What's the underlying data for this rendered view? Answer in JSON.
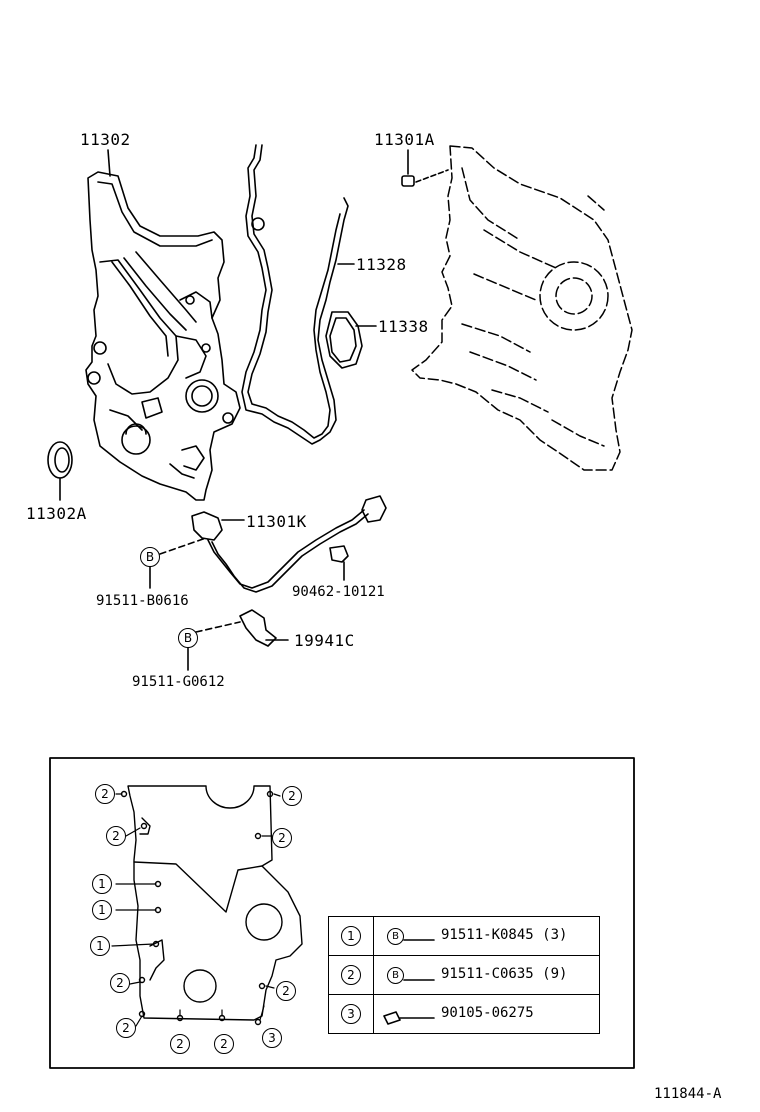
{
  "labels": {
    "l11302": "11302",
    "l11301A": "11301A",
    "l11328": "11328",
    "l11338": "11338",
    "l11302A": "11302A",
    "l11301K": "11301K",
    "l91511B0616": "91511-B0616",
    "l90462": "90462-10121",
    "l19941C": "19941C",
    "l91511G0612": "91511-G0612",
    "ref": "111844-A"
  },
  "symbols": {
    "bolt_B": "B"
  },
  "inset": {
    "callout_1": "1",
    "callout_2": "2",
    "callout_3": "3"
  },
  "legend": [
    {
      "num": "1",
      "sym": "B",
      "part": "91511-K0845 (3)"
    },
    {
      "num": "2",
      "sym": "B",
      "part": "91511-C0635 (9)"
    },
    {
      "num": "3",
      "sym": "",
      "part": "90105-06275"
    }
  ]
}
